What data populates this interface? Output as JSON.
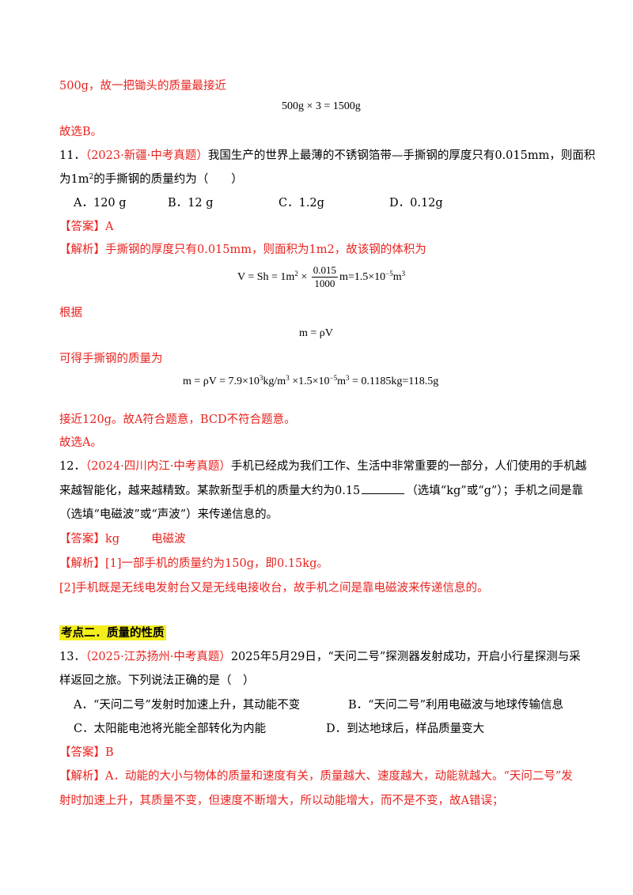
{
  "q10_tail": {
    "line1": "500g，故一把锄头的质量最接近",
    "formula": "500g × 3 = 1500g",
    "choose": "故选B。"
  },
  "q11": {
    "number": "11．",
    "source": "（2023·新疆·中考真题）",
    "stem_line1": "我国生产的世界上最薄的不锈钢箔带—手撕钢的厚度只有0.015mm，则面积",
    "stem_line2_pre": "为1m",
    "stem_line2_sup": "2",
    "stem_line2_post": "的手撕钢的质量约为（　　）",
    "options": {
      "A": "A．120 g",
      "B": "B．12 g",
      "C": "C．1.2g",
      "D": "D．0.12g"
    },
    "answer": "【答案】A",
    "analysis_line1": "【解析】手撕钢的厚度只有0.015mm，则面积为1m2，故该钢的体积为",
    "formula1_pre": "V = Sh = 1m",
    "formula1_sup1": "2",
    "formula1_times": " × ",
    "formula1_num": "0.015",
    "formula1_den": "1000",
    "formula1_mid": "m=1.5×10",
    "formula1_sup2": "−5",
    "formula1_unit": "m",
    "formula1_sup3": "3",
    "according": "根据",
    "formula2": "m = ρV",
    "mass_intro": "可得手撕钢的质量为",
    "formula3_a": "m = ρV = 7.9×10",
    "formula3_sup1": "3",
    "formula3_b": "kg/m",
    "formula3_sup2": "3",
    "formula3_c": " ×1.5×10",
    "formula3_sup3": "−5",
    "formula3_d": "m",
    "formula3_sup4": "3",
    "formula3_e": " = 0.1185kg=118.5g",
    "conclusion": "接近120g。故A符合题意，BCD不符合题意。",
    "choose": "故选A。"
  },
  "q12": {
    "number": "12．",
    "source": "（2024·四川内江·中考真题）",
    "stem_line1": "手机已经成为我们工作、生活中非常重要的一部分，人们使用的手机越",
    "stem_line2_pre": "来越智能化，越来越精致。某款新型手机的质量大约为0.15",
    "stem_line2_post": "（选填“kg”或“g”）；手机之间是靠",
    "stem_line3": "（选填“电磁波”或“声波”）来传递信息的。",
    "answer_label": "【答案】kg",
    "answer_2": "电磁波",
    "analysis_line1": "【解析】[1]一部手机的质量约为150g，即0.15kg。",
    "analysis_line2": "[2]手机既是无线电发射台又是无线电接收台，故手机之间是靠电磁波来传递信息的。"
  },
  "section": {
    "title": "考点二．质量的性质"
  },
  "q13": {
    "number": "13．",
    "source": "（2025·江苏扬州·中考真题）",
    "stem_line1": "2025年5月29日，“天问二号”探测器发射成功，开启小行星探测与采",
    "stem_line2": "样返回之旅。下列说法正确的是（　）",
    "options": {
      "A": "A．“天问二号”发射时加速上升，其动能不变",
      "B": "B．“天问二号”利用电磁波与地球传输信息",
      "C": "C．太阳能电池将光能全部转化为内能",
      "D": "D．到达地球后，样品质量变大"
    },
    "answer": "【答案】B",
    "analysis_line1": "【解析】A．动能的大小与物体的质量和速度有关，质量越大、速度越大，动能就越大。“天问二号”发",
    "analysis_line2": "射时加速上升，其质量不变，但速度不断增大，所以动能增大，而不是不变，故A错误；"
  }
}
